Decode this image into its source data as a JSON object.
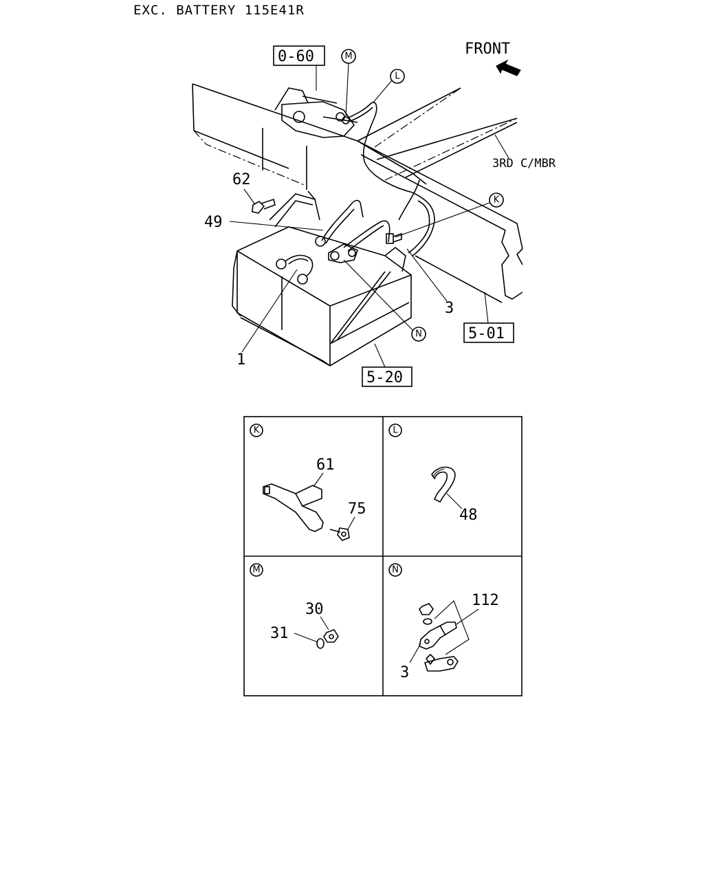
{
  "header": {
    "title": "EXC. BATTERY 115E41R"
  },
  "main_view": {
    "front_label": "FRONT",
    "member_label": "3RD C/MBR",
    "refs": {
      "r1": "0-60",
      "r2": "5-01",
      "r3": "5-20"
    },
    "callouts": {
      "M": "M",
      "L": "L",
      "K": "K",
      "N": "N",
      "p62": "62",
      "p49": "49",
      "p3": "3",
      "p1": "1"
    }
  },
  "details": {
    "K": {
      "letter": "K",
      "part_a": "61",
      "part_b": "75"
    },
    "L": {
      "letter": "L",
      "part_a": "48"
    },
    "M": {
      "letter": "M",
      "part_a": "30",
      "part_b": "31"
    },
    "N": {
      "letter": "N",
      "part_a": "112",
      "part_b": "3"
    }
  }
}
